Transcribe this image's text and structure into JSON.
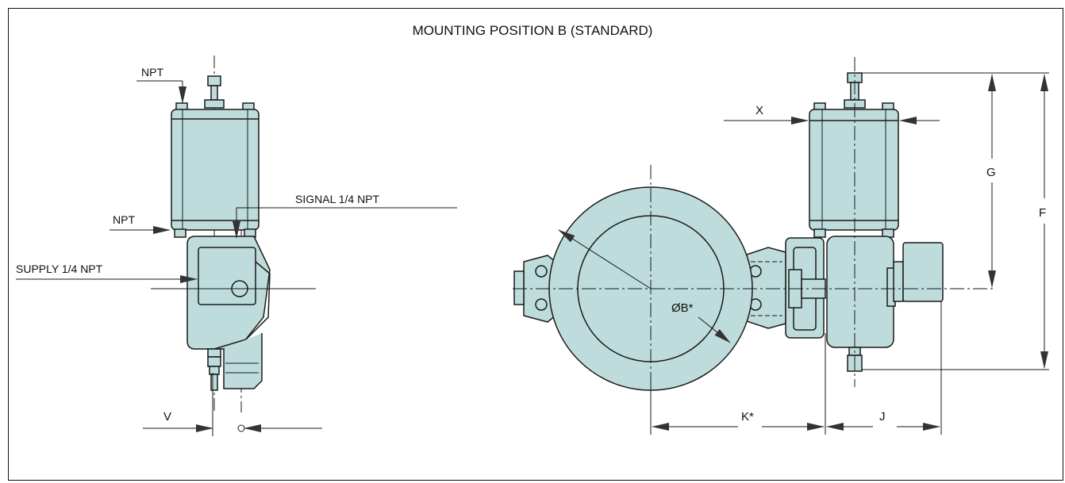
{
  "title": "MOUNTING POSITION B (STANDARD)",
  "left_view": {
    "label_npt_top": "NPT",
    "label_npt_mid": "NPT",
    "label_signal": "SIGNAL 1/4 NPT",
    "label_supply": "SUPPLY 1/4 NPT",
    "dim_v": "V"
  },
  "right_view": {
    "dim_x": "X",
    "dim_g": "G",
    "dim_f": "F",
    "dim_diameter": "ØB*",
    "dim_k": "K*",
    "dim_j": "J"
  },
  "colors": {
    "fill": "#bfdcdc",
    "stroke": "#1a1a1a",
    "arrow": "#333333"
  }
}
